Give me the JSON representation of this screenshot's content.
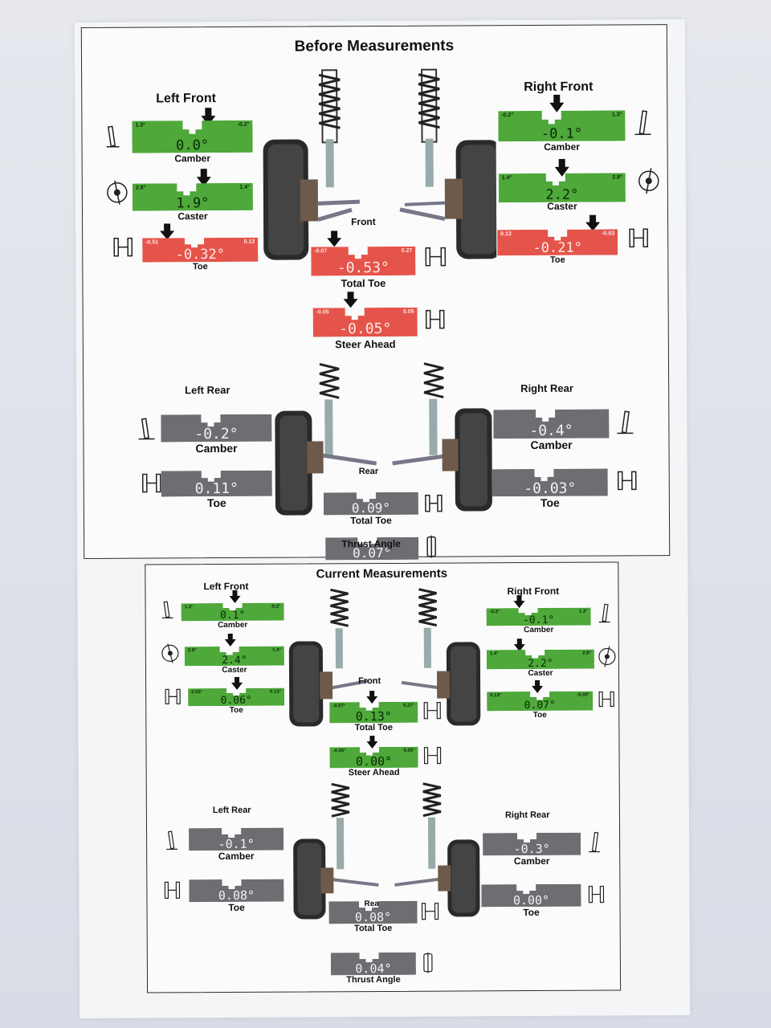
{
  "colors": {
    "green": "#4ea83a",
    "red": "#e5544a",
    "gray": "#6d6e72"
  },
  "before": {
    "title": "Before Measurements",
    "left_front": {
      "label": "Left Front",
      "camber": {
        "value": "0.0°",
        "min": "1.3°",
        "max": "-0.2°",
        "label": "Camber"
      },
      "caster": {
        "value": "1.9°",
        "min": "2.8°",
        "max": "1.4°",
        "label": "Caster"
      },
      "toe": {
        "value": "-0.32°",
        "min": "-0.51",
        "max": "0.13",
        "label": "Toe"
      }
    },
    "right_front": {
      "label": "Right Front",
      "camber": {
        "value": "-0.1°",
        "min": "-0.2°",
        "max": "1.3°",
        "label": "Camber"
      },
      "caster": {
        "value": "2.2°",
        "min": "1.4°",
        "max": "2.8°",
        "label": "Caster"
      },
      "toe": {
        "value": "-0.21°",
        "min": "0.13",
        "max": "-0.03",
        "label": "Toe"
      }
    },
    "front_label": "Front",
    "total_toe": {
      "value": "-0.53°",
      "min": "-0.07",
      "max": "0.27",
      "label": "Total Toe"
    },
    "steer_ahead": {
      "value": "-0.05°",
      "min": "-0.05",
      "max": "0.05",
      "label": "Steer Ahead"
    },
    "left_rear": {
      "label": "Left Rear",
      "camber": {
        "value": "-0.2°",
        "label": "Camber"
      },
      "toe": {
        "value": "0.11°",
        "label": "Toe"
      }
    },
    "right_rear": {
      "label": "Right Rear",
      "camber": {
        "value": "-0.4°",
        "label": "Camber"
      },
      "toe": {
        "value": "-0.03°",
        "label": "Toe"
      }
    },
    "rear_label": "Rear",
    "rear_total_toe": {
      "value": "0.09°",
      "label": "Total Toe"
    },
    "thrust_angle": {
      "value": "0.07°",
      "label": "Thrust Angle"
    }
  },
  "current": {
    "title": "Current Measurements",
    "left_front": {
      "label": "Left Front",
      "camber": {
        "value": "0.1°",
        "min": "1.3°",
        "max": "-0.2°",
        "label": "Camber"
      },
      "caster": {
        "value": "2.4°",
        "min": "2.8°",
        "max": "1.4°",
        "label": "Caster"
      },
      "toe": {
        "value": "0.06°",
        "min": "0.03°",
        "max": "0.13°",
        "label": "Toe"
      }
    },
    "right_front": {
      "label": "Right Front",
      "camber": {
        "value": "-0.1°",
        "min": "-0.2°",
        "max": "1.3°",
        "label": "Camber"
      },
      "caster": {
        "value": "2.2°",
        "min": "1.4°",
        "max": "2.8°",
        "label": "Caster"
      },
      "toe": {
        "value": "0.07°",
        "min": "0.13°",
        "max": "-0.03°",
        "label": "Toe"
      }
    },
    "front_label": "Front",
    "total_toe": {
      "value": "0.13°",
      "min": "-0.07°",
      "max": "0.27°",
      "label": "Total Toe"
    },
    "steer_ahead": {
      "value": "0.00°",
      "min": "-0.05°",
      "max": "0.05°",
      "label": "Steer Ahead"
    },
    "left_rear": {
      "label": "Left Rear",
      "camber": {
        "value": "-0.1°",
        "label": "Camber"
      },
      "toe": {
        "value": "0.08°",
        "label": "Toe"
      }
    },
    "right_rear": {
      "label": "Right Rear",
      "camber": {
        "value": "-0.3°",
        "label": "Camber"
      },
      "toe": {
        "value": "0.00°",
        "label": "Toe"
      }
    },
    "rear_label": "Rear",
    "rear_total_toe": {
      "value": "0.08°",
      "label": "Total Toe"
    },
    "thrust_angle": {
      "value": "0.04°",
      "label": "Thrust Angle"
    }
  }
}
